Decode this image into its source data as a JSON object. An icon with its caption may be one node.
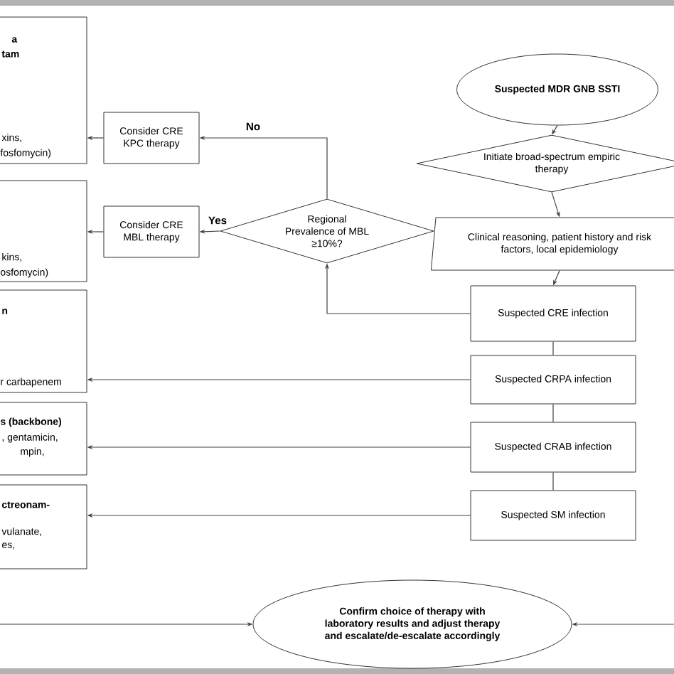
{
  "diagram": {
    "nodes": [
      {
        "text": [
          "Suspected MDR GNB SSTI"
        ]
      },
      {
        "text": [
          "a",
          "tam",
          "xins,",
          "fosfomycin)"
        ]
      },
      {
        "text": [
          "Consider CRE KPC therapy"
        ]
      },
      {
        "text": [
          "Initiate broad-spectrum empiric therapy"
        ]
      },
      {
        "text": [
          "kins,",
          "osfomycin)"
        ]
      },
      {
        "text": [
          "Consider CRE MBL therapy"
        ]
      },
      {
        "text": [
          "Regional Prevalence of MBL ≥10%?"
        ]
      },
      {
        "text": [
          "Clinical reasoning, patient history and risk factors, local epidemiology"
        ]
      },
      {
        "text": [
          "n",
          "r carbapenem"
        ]
      },
      {
        "text": [
          "Suspected CRE infection"
        ]
      },
      {
        "text": [
          "Suspected CRPA infection"
        ]
      },
      {
        "text": [
          "s (backbone)",
          ", gentamicin,",
          "mpin,"
        ]
      },
      {
        "text": [
          "Suspected CRAB infection"
        ]
      },
      {
        "text": [
          "ctreonam-",
          "vulanate,",
          "es,"
        ]
      },
      {
        "text": [
          "Suspected SM infection"
        ]
      },
      {
        "text": [
          "Confirm choice of therapy with laboratory results and adjust therapy and escalate/de-escalate accordingly"
        ]
      }
    ],
    "edges": [
      {
        "from": 0,
        "to": 3,
        "arrow": "to"
      },
      {
        "from": 3,
        "to": 7,
        "arrow": "to"
      },
      {
        "from": 7,
        "to": 9,
        "arrow": "to"
      },
      {
        "from": 9,
        "to": 10,
        "arrow": "none"
      },
      {
        "from": 10,
        "to": 12,
        "arrow": "none"
      },
      {
        "from": 12,
        "to": 14,
        "arrow": "none"
      },
      {
        "from": 9,
        "to": 6,
        "arrow": "to"
      },
      {
        "from": 6,
        "to": 2,
        "arrow": "to",
        "label": "No"
      },
      {
        "from": 6,
        "to": 5,
        "arrow": "to",
        "label": "Yes"
      },
      {
        "from": 2,
        "to": 1,
        "arrow": "to"
      },
      {
        "from": 5,
        "to": 4,
        "arrow": "to"
      },
      {
        "from": 10,
        "to": 8,
        "arrow": "to"
      },
      {
        "from": 12,
        "to": 11,
        "arrow": "to"
      },
      {
        "from": 14,
        "to": 13,
        "arrow": "to"
      },
      {
        "from": null,
        "to": 15,
        "arrow": "to"
      },
      {
        "from": null,
        "to": 15,
        "arrow": "to"
      }
    ]
  }
}
